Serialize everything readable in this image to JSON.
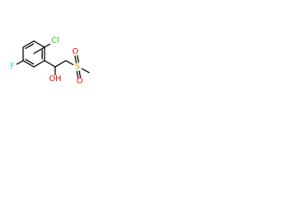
{
  "molecule": {
    "atoms": {
      "f": {
        "label": "F",
        "color": "#33cccc"
      },
      "cl": {
        "label": "Cl",
        "color": "#1fbf1f"
      },
      "oh": {
        "label": "OH",
        "color": "#ff0000"
      },
      "s": {
        "label": "S",
        "color": "#c8a000"
      },
      "o_top": {
        "label": "O",
        "color": "#ff0000"
      },
      "o_bottom": {
        "label": "O",
        "color": "#ff0000"
      }
    },
    "bond_color": "#000000",
    "background": "#ffffff"
  }
}
